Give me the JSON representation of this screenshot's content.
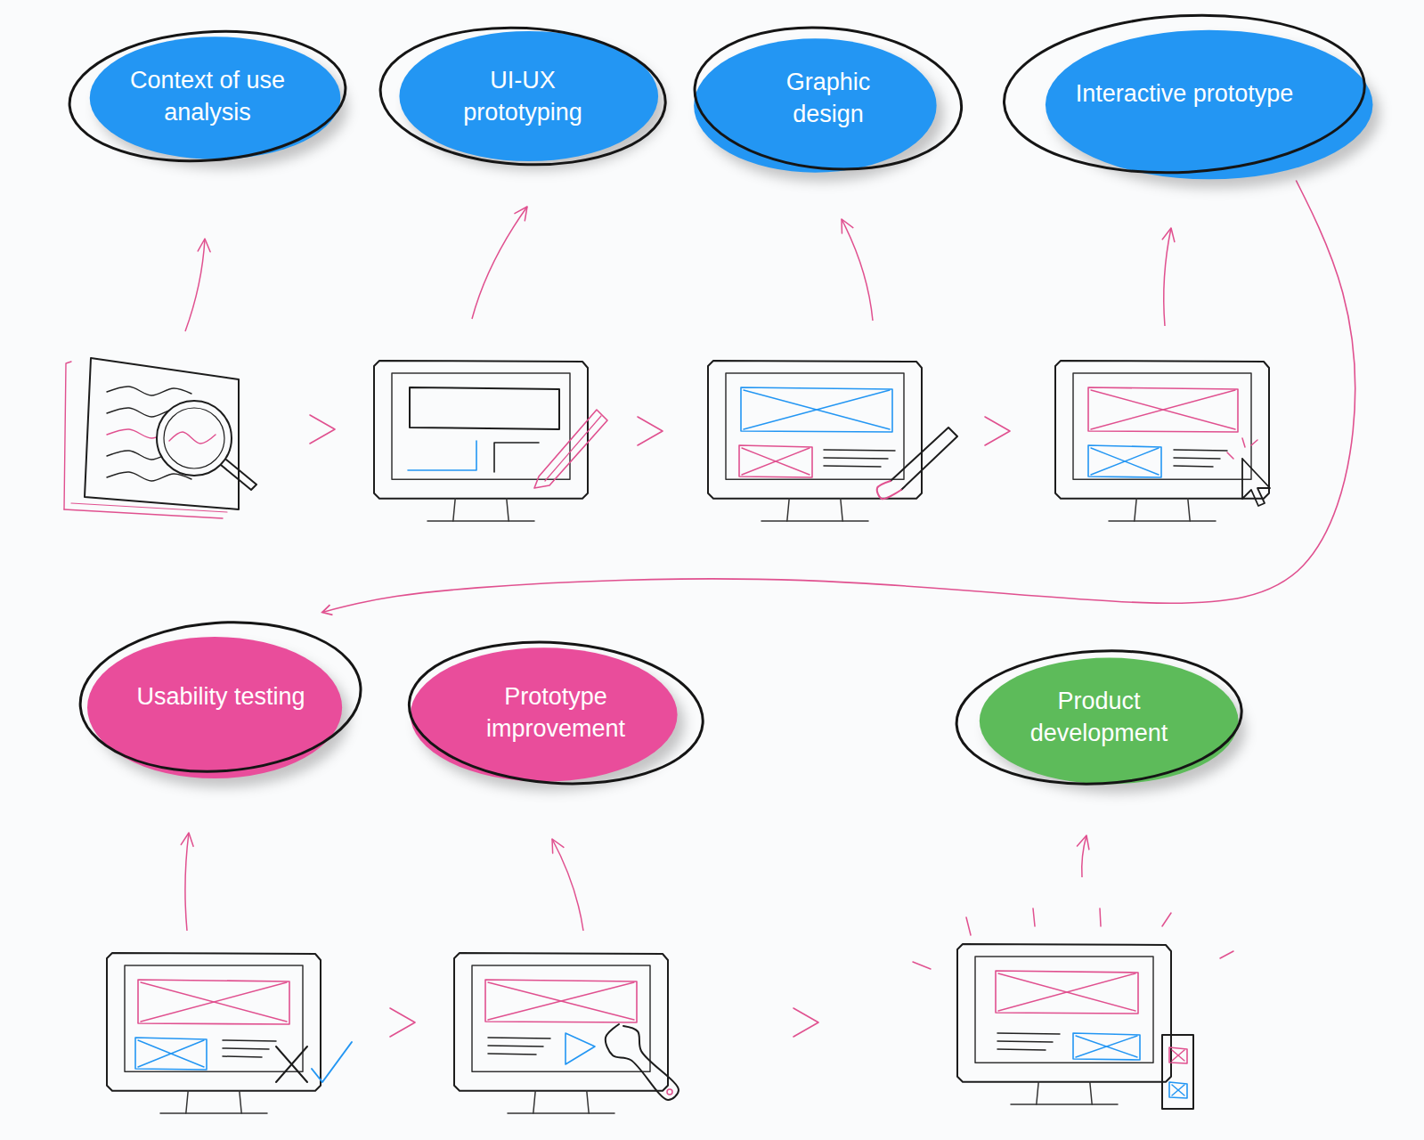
{
  "diagram": {
    "nodes": [
      {
        "text": [
          "Context of use analysis"
        ]
      },
      {
        "text": [
          "UI-UX prototyping"
        ]
      },
      {
        "text": [
          "Graphic design"
        ]
      },
      {
        "text": [
          "Interactive prototype"
        ]
      },
      {
        "text": [
          "Usability testing"
        ]
      },
      {
        "text": [
          "Prototype improvement"
        ]
      },
      {
        "text": [
          "Product development"
        ]
      }
    ],
    "edges": [
      {
        "from": 3,
        "to": 4,
        "arrow": "to"
      }
    ]
  }
}
